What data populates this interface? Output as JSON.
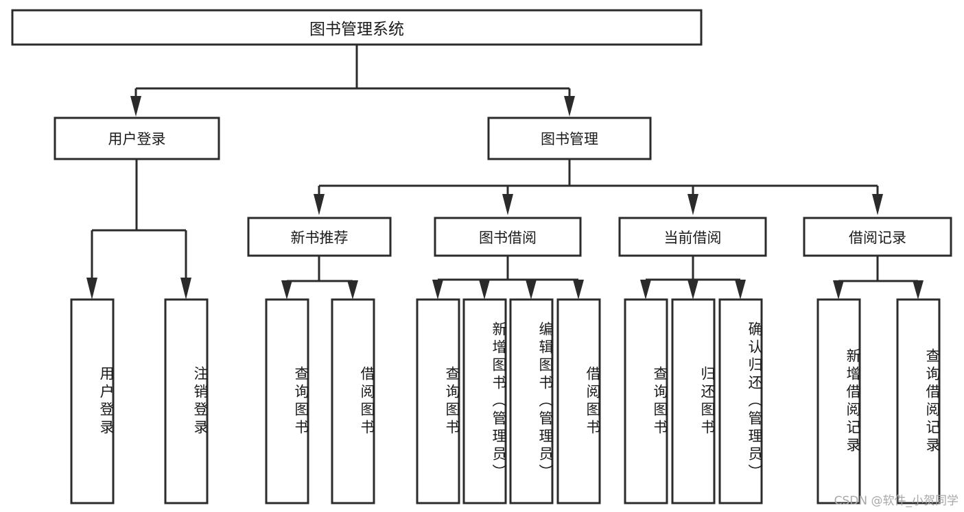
{
  "diagram": {
    "type": "hierarchy-tree",
    "title": "图书管理系统",
    "watermark": "CSDN @软件_小贺同学",
    "colors": {
      "stroke": "#2b2b2b",
      "fill": "#ffffff",
      "text": "#1a1a1a",
      "watermark": "#a8a8a8",
      "background": "#ffffff"
    },
    "levels": {
      "root": "图书管理系统",
      "level2": [
        "用户登录",
        "图书管理"
      ],
      "level3": [
        "新书推荐",
        "图书借阅",
        "当前借阅",
        "借阅记录"
      ]
    },
    "nodes": {
      "root": {
        "label": "图书管理系统"
      },
      "user_login": {
        "label": "用户登录"
      },
      "book_mgmt": {
        "label": "图书管理"
      },
      "new_book_rec": {
        "label": "新书推荐"
      },
      "book_borrow": {
        "label": "图书借阅"
      },
      "current_borrow": {
        "label": "当前借阅"
      },
      "borrow_record": {
        "label": "借阅记录"
      }
    },
    "leaves": {
      "user_login": [
        {
          "label": "用户登录"
        },
        {
          "label": "注销登录"
        }
      ],
      "new_book_rec": [
        {
          "label": "查询图书"
        },
        {
          "label": "借阅图书"
        }
      ],
      "book_borrow": [
        {
          "label": "查询图书"
        },
        {
          "label": "新增图书（管理员）"
        },
        {
          "label": "编辑图书（管理员）"
        },
        {
          "label": "借阅图书"
        }
      ],
      "current_borrow": [
        {
          "label": "查询图书"
        },
        {
          "label": "归还图书"
        },
        {
          "label": "确认归还（管理员）"
        }
      ],
      "borrow_record": [
        {
          "label": "新增借阅记录"
        },
        {
          "label": "查询借阅记录"
        }
      ]
    }
  }
}
